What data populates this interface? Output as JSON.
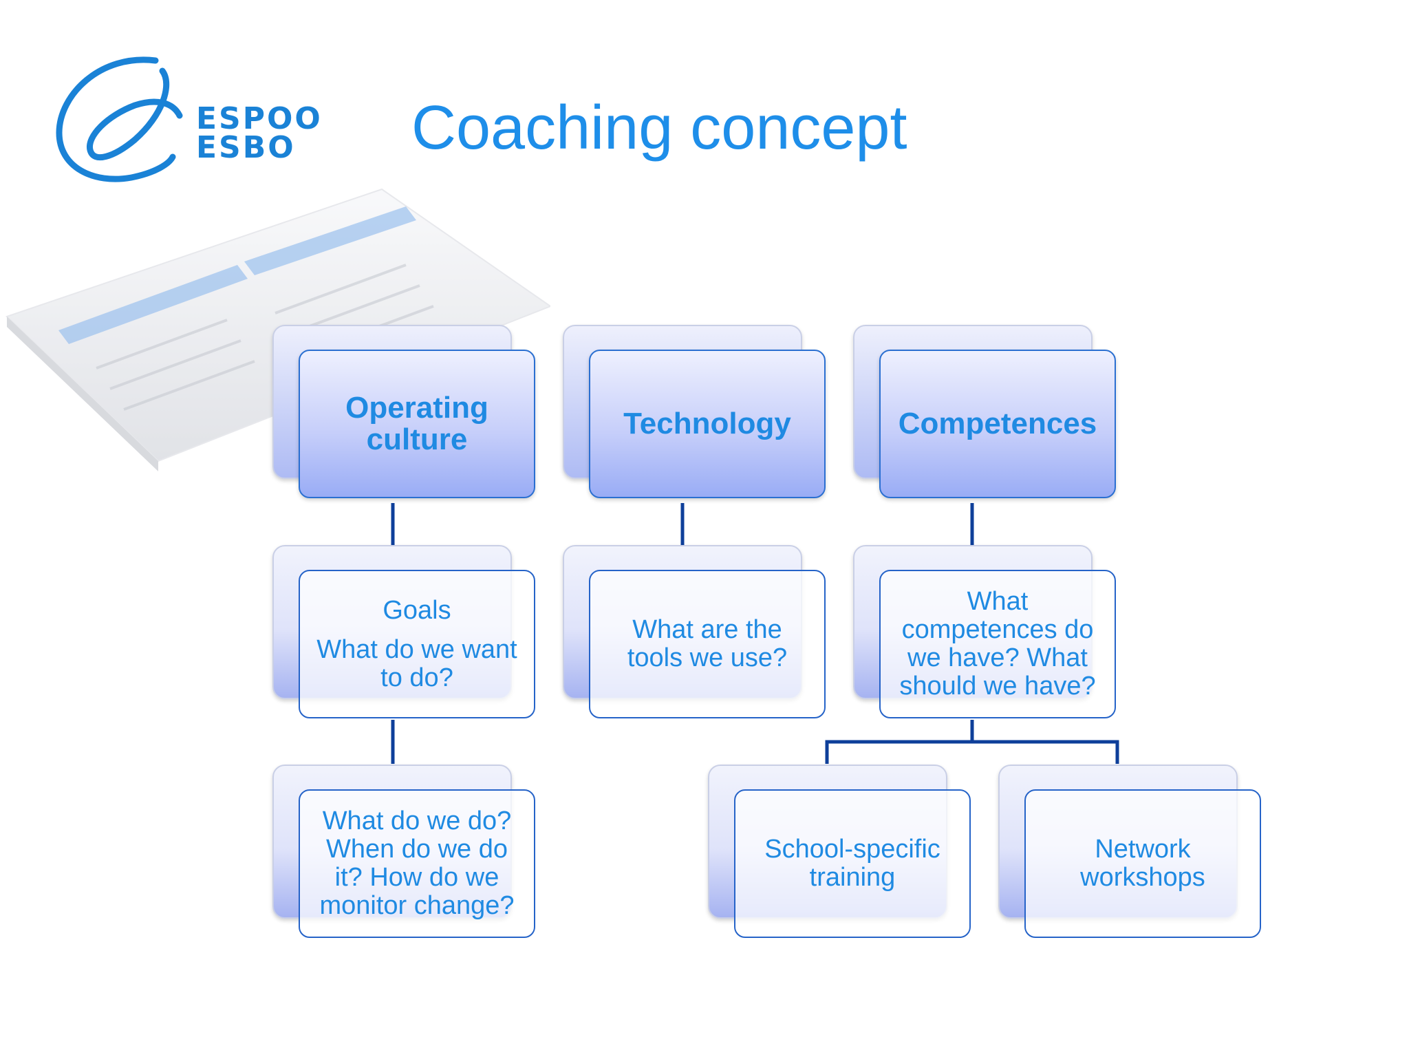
{
  "logo": {
    "line1": "ESPOO",
    "line2": "ESBO",
    "icon": "espoo-swirl-icon",
    "color": "#1a82d6"
  },
  "title": "Coaching concept",
  "colors": {
    "text": "#1f8ae2",
    "box_border": "#2a6fd1",
    "connector": "#0e3f9a",
    "head_gradient_top": "#eef0fe",
    "head_gradient_bottom": "#99acf5"
  },
  "columns": [
    {
      "heading": "Operating culture",
      "item": {
        "title": "Goals",
        "text": "What do we want to do?"
      },
      "children": [
        {
          "text": "What do we do? When do we do it? How do we monitor change?"
        }
      ]
    },
    {
      "heading": "Technology",
      "item": {
        "text": "What are the tools we use?"
      },
      "children": []
    },
    {
      "heading": "Competences",
      "item": {
        "text": "What competences do we have? What should we have?"
      },
      "children": [
        {
          "text": "School-specific training"
        },
        {
          "text": "Network workshops"
        }
      ]
    }
  ]
}
